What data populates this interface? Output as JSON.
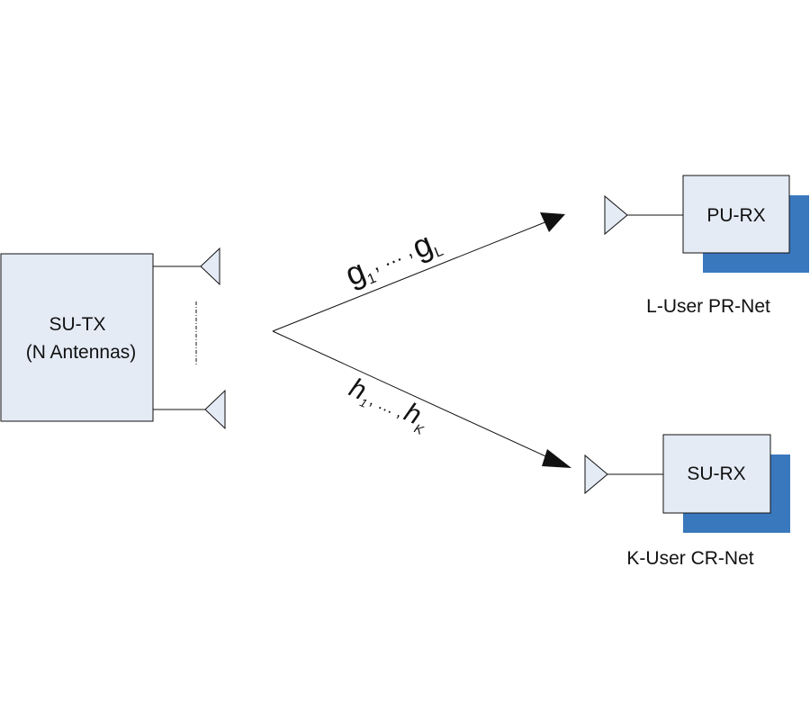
{
  "colors": {
    "box_fill": "#e4ebf5",
    "shadow": "#3a78bd",
    "stroke": "#111111"
  },
  "transmitter": {
    "line1": "SU-TX",
    "line2": "(N Antennas)"
  },
  "primary": {
    "box_label": "PU-RX",
    "caption": "L-User PR-Net"
  },
  "secondary": {
    "box_label": "SU-RX",
    "caption": "K-User CR-Net"
  },
  "links": {
    "upper": {
      "first": "g",
      "first_sub": "1",
      "sep": ", … ,",
      "last": "g",
      "last_sub": "L"
    },
    "lower": {
      "first": "h",
      "first_sub": "1",
      "sep": ", … ,",
      "last": "h",
      "last_sub": "K"
    }
  }
}
